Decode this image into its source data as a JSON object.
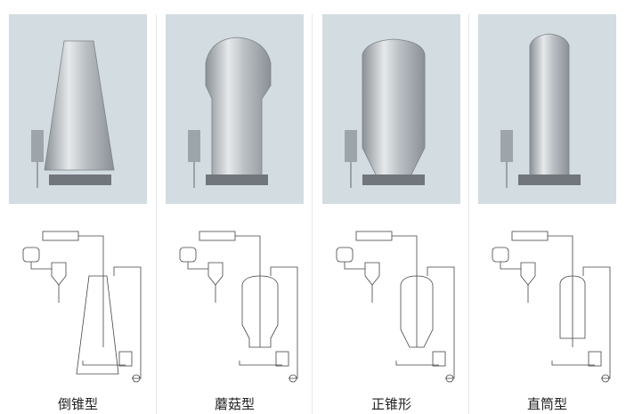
{
  "products": [
    {
      "name": "倒锥型",
      "shape": "inverted-cone"
    },
    {
      "name": "蘑菇型",
      "shape": "mushroom"
    },
    {
      "name": "正锥形",
      "shape": "cone"
    },
    {
      "name": "直筒型",
      "shape": "straight"
    }
  ],
  "colors": {
    "photo_bg": "#d2dce1",
    "steel_light": "#e6e9eb",
    "steel_dark": "#8a9095",
    "line": "#444444"
  }
}
